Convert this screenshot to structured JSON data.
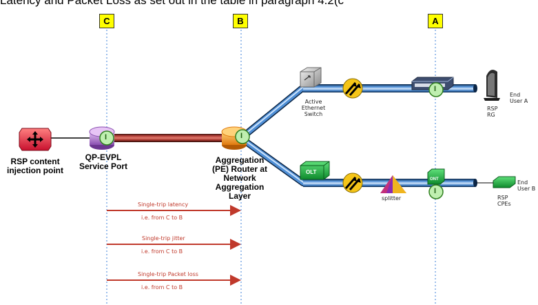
{
  "header": {
    "text": "Latency and Packet Loss as set out in the table in paragraph 4.2(c"
  },
  "markers": {
    "c": "C",
    "b": "B",
    "a": "A"
  },
  "nodes": {
    "rsp_content": "RSP content\ninjection point",
    "qp_evpl": "QP-EVPL\nService Port",
    "aggregation": "Aggregation\n(PE) Router at\nNetwork\nAggregation\nLayer",
    "active_switch": "Active\nEthernet\nSwitch",
    "rsp_rg": "RSP\nRG",
    "end_user_a": "End\nUser A",
    "olt": "OLT",
    "ont": "ONT",
    "splitter": "splitter",
    "rsp_cpes": "RSP\nCPEs",
    "end_user_b": "End\nUser B",
    "meas_point": "I"
  },
  "measurements": [
    {
      "title": "Single-trip latency",
      "range": "i.e. from C to B"
    },
    {
      "title": "Single-trip jitter",
      "range": "i.e. from C to B"
    },
    {
      "title": "Single-trip Packet loss",
      "range": "i.e. from C to B"
    }
  ],
  "colors": {
    "link_red": "#b5413a",
    "link_blue": "#4f8fd6",
    "marker_yellow": "#ffff00",
    "arrow_red": "#c0392b",
    "guide_blue": "#3b7fd8"
  }
}
